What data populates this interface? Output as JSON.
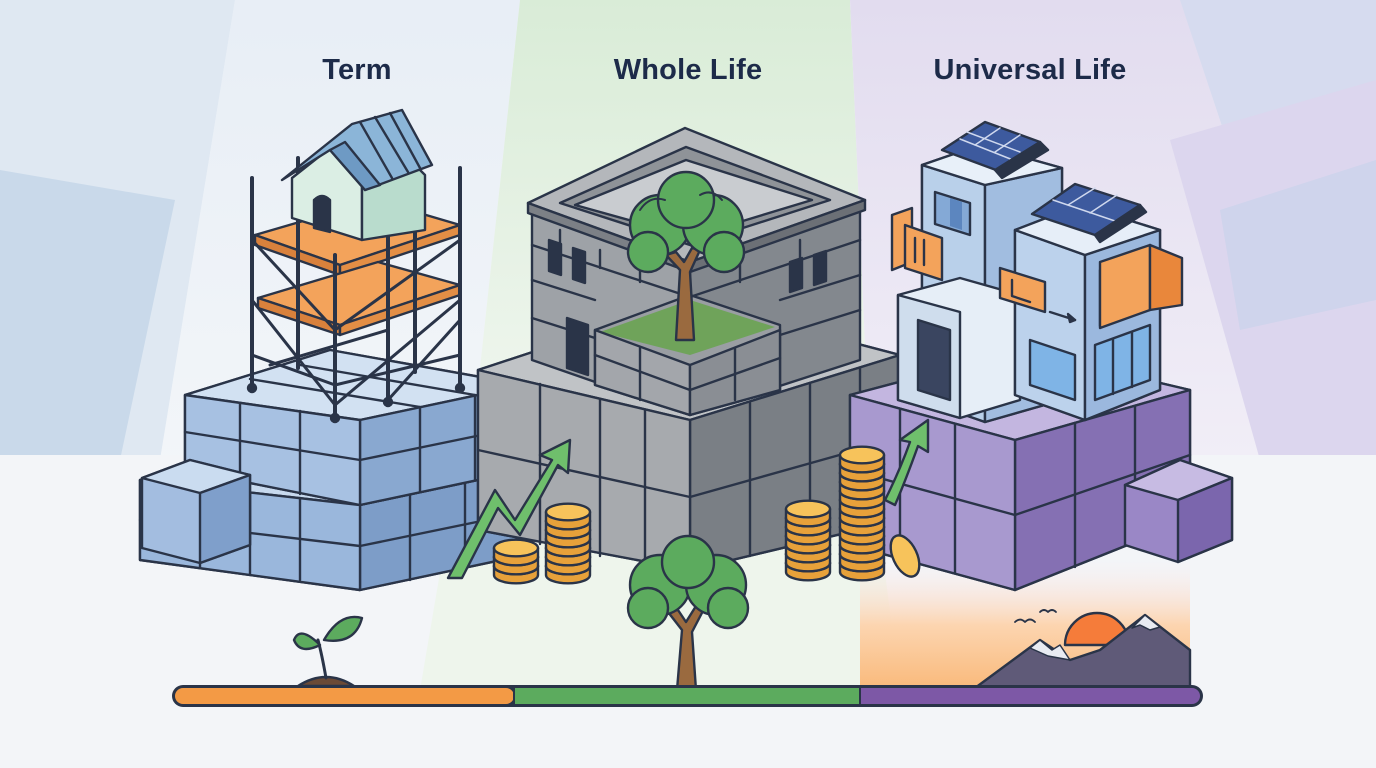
{
  "columns": [
    {
      "title": "Term",
      "accent": "#f39a45",
      "block_color": "#a9c3e2"
    },
    {
      "title": "Whole Life",
      "accent": "#5cab5e",
      "block_color": "#9a9ea3"
    },
    {
      "title": "Universal Life",
      "accent": "#7d58a6",
      "block_color": "#a693cb"
    }
  ],
  "icons": {
    "term": [
      "scaffolding-icon",
      "house-icon",
      "sprout-icon"
    ],
    "whole_life": [
      "stone-building-icon",
      "tree-icon",
      "coin-stack-icon",
      "growth-arrow-icon"
    ],
    "universal_life": [
      "modular-building-icon",
      "solar-panel-icon",
      "sunset-mountain-icon",
      "growth-arrow-icon"
    ]
  }
}
